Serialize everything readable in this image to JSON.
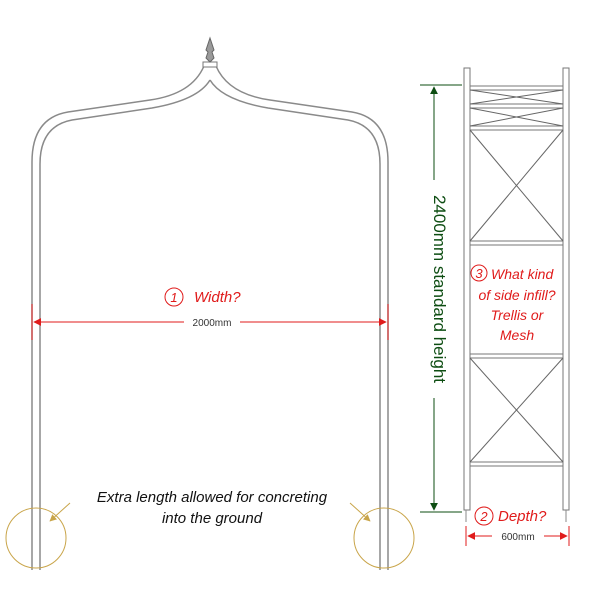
{
  "width_question": {
    "number": "1",
    "label": "Width?",
    "dimension": "2000mm"
  },
  "height_dimension": {
    "label": "2400mm standard height"
  },
  "infill_question": {
    "number": "3",
    "lines": [
      "What kind",
      "of side infill?",
      "Trellis or",
      "Mesh"
    ]
  },
  "depth_question": {
    "number": "2",
    "label": "Depth?",
    "dimension": "600mm"
  },
  "ground_note": {
    "lines": [
      "Extra length allowed for concreting",
      "into the ground"
    ]
  },
  "colors": {
    "question_red": "#e01b1b",
    "height_green": "#0d4d12",
    "frame_grey": "#8a8a8a",
    "footing_circle": "#c9a54a"
  }
}
